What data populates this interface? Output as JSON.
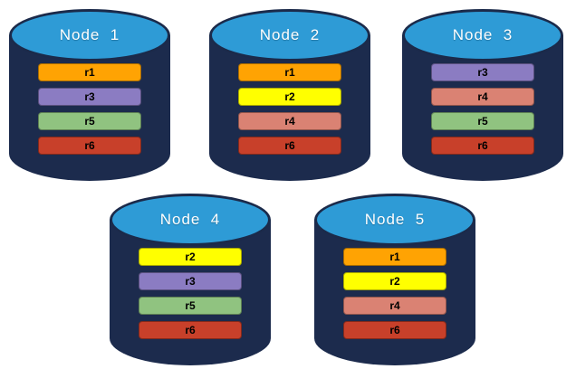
{
  "diagram": {
    "description": "Database nodes with replicated partitions",
    "colors": {
      "cylinder_body": "#1c2b4d",
      "cylinder_top": "#2e9bd6",
      "cylinder_outline": "#1b2a4a",
      "title_text": "#ffffff",
      "bar_text": "#000000"
    }
  },
  "replica_colors": {
    "r1": "#ffa303",
    "r2": "#ffff00",
    "r3": "#8b7cc2",
    "r4": "#da8273",
    "r5": "#90c380",
    "r6": "#c8402a"
  },
  "nodes": [
    {
      "title": "Node  1",
      "replicas": [
        {
          "label": "r1",
          "color": "#ffa303"
        },
        {
          "label": "r3",
          "color": "#8b7cc2"
        },
        {
          "label": "r5",
          "color": "#90c380"
        },
        {
          "label": "r6",
          "color": "#c8402a"
        }
      ]
    },
    {
      "title": "Node  2",
      "replicas": [
        {
          "label": "r1",
          "color": "#ffa303"
        },
        {
          "label": "r2",
          "color": "#ffff00"
        },
        {
          "label": "r4",
          "color": "#da8273"
        },
        {
          "label": "r6",
          "color": "#c8402a"
        }
      ]
    },
    {
      "title": "Node  3",
      "replicas": [
        {
          "label": "r3",
          "color": "#8b7cc2"
        },
        {
          "label": "r4",
          "color": "#da8273"
        },
        {
          "label": "r5",
          "color": "#90c380"
        },
        {
          "label": "r6",
          "color": "#c8402a"
        }
      ]
    },
    {
      "title": "Node  4",
      "replicas": [
        {
          "label": "r2",
          "color": "#ffff00"
        },
        {
          "label": "r3",
          "color": "#8b7cc2"
        },
        {
          "label": "r5",
          "color": "#90c380"
        },
        {
          "label": "r6",
          "color": "#c8402a"
        }
      ]
    },
    {
      "title": "Node  5",
      "replicas": [
        {
          "label": "r1",
          "color": "#ffa303"
        },
        {
          "label": "r2",
          "color": "#ffff00"
        },
        {
          "label": "r4",
          "color": "#da8273"
        },
        {
          "label": "r6",
          "color": "#c8402a"
        }
      ]
    }
  ]
}
